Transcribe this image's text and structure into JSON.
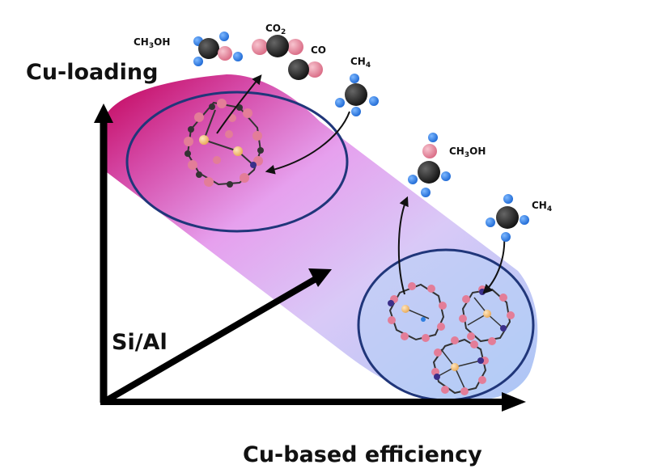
{
  "axes": {
    "y_label": "Cu-loading",
    "x_label": "Cu-based efficiency",
    "z_label": "Si/Al"
  },
  "molecule_labels": {
    "top_methanol": {
      "main": "CH",
      "sub": "3",
      "tail": "OH"
    },
    "top_co2": {
      "main": "CO",
      "sub": "2",
      "tail": ""
    },
    "top_co": {
      "main": "CO",
      "sub": "",
      "tail": ""
    },
    "top_methane": {
      "main": "CH",
      "sub": "4",
      "tail": ""
    },
    "right_methanol": {
      "main": "CH",
      "sub": "3",
      "tail": "OH"
    },
    "right_methane": {
      "main": "CH",
      "sub": "4",
      "tail": ""
    }
  },
  "colors": {
    "gradient_start": "#c8005a",
    "gradient_mid": "#e07de6",
    "gradient_end": "#a9c6f5",
    "circle_outline": "#20367a",
    "carbon": "#1c1c1c",
    "hydrogen": "#2f7fe0",
    "oxygen": "#e8849a",
    "ring_node": "#e37d98",
    "copper": "#f2c07a",
    "aluminum": "#3b2f8a"
  }
}
